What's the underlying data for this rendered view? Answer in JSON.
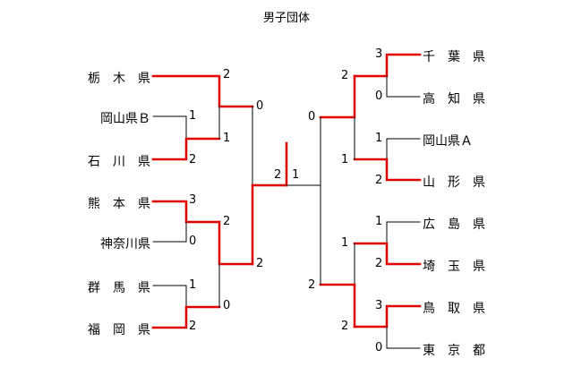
{
  "title": "男子団体",
  "colors": {
    "winner_line": "#e00000",
    "normal_line": "#000000"
  },
  "left_teams": [
    "栃　木　県",
    "岡山県Ｂ",
    "石　川　県",
    "熊　本　県",
    "神奈川県",
    "群　馬　県",
    "福　岡　県"
  ],
  "right_teams": [
    "千　葉　県",
    "高　知　県",
    "岡山県Ａ",
    "山　形　県",
    "広　島　県",
    "埼　玉　県",
    "鳥　取　県",
    "東　京　都"
  ],
  "left_scores": {
    "r1_okayamaB": "1",
    "r1_ishikawa": "2",
    "r1_kumamoto": "3",
    "r1_kanagawa": "0",
    "r1_gunma": "1",
    "r1_fukuoka": "2",
    "r2_tochigi": "2",
    "r2_ishikawa": "1",
    "r2_kumamoto": "2",
    "r2_fukuoka": "0",
    "sf_top": "0",
    "sf_bottom": "2",
    "final": "2"
  },
  "right_scores": {
    "r1_chiba": "3",
    "r1_kochi": "0",
    "r1_okayamaA": "1",
    "r1_yamagata": "2",
    "r1_hiroshima": "1",
    "r1_saitama": "2",
    "r1_tottori": "3",
    "r1_tokyo": "0",
    "r2_chiba": "2",
    "r2_yamagata": "1",
    "r2_saitama": "1",
    "r2_tottori": "2",
    "sf_top": "0",
    "sf_bottom": "2",
    "final": "1"
  }
}
